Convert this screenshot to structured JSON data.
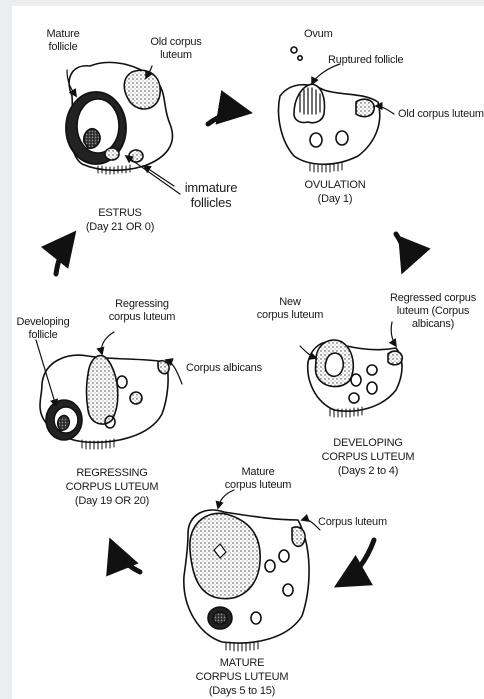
{
  "stages": {
    "estrus": {
      "name": "ESTRUS",
      "day": "(Day 21 OR 0)"
    },
    "ovulation": {
      "name": "OVULATION",
      "day": "(Day 1)"
    },
    "developing": {
      "name_line1": "DEVELOPING",
      "name_line2": "CORPUS LUTEUM",
      "day": "(Days 2 to 4)"
    },
    "mature": {
      "name_line1": "MATURE",
      "name_line2": "CORPUS LUTEUM",
      "day": "(Days 5 to 15)"
    },
    "regressing": {
      "name_line1": "REGRESSING",
      "name_line2": "CORPUS LUTEUM",
      "day": "(Day 19 OR 20)"
    }
  },
  "labels": {
    "mature_follicle_1": "Mature",
    "mature_follicle_2": "follicle",
    "old_cl_1": "Old corpus",
    "old_cl_2": "luteum",
    "immature_1": "immature",
    "immature_2": "follicles",
    "ovum": "Ovum",
    "ruptured_follicle": "Ruptured follicle",
    "old_cl_right": "Old corpus luteum",
    "new_cl_1": "New",
    "new_cl_2": "corpus luteum",
    "regressed_1": "Regressed corpus",
    "regressed_2": "luteum (Corpus",
    "regressed_3": "albicans)",
    "developing_follicle_1": "Developing",
    "developing_follicle_2": "follicle",
    "regressing_cl_1": "Regressing",
    "regressing_cl_2": "corpus luteum",
    "corpus_albicans": "Corpus albicans",
    "mature_cl_1": "Mature",
    "mature_cl_2": "corpus luteum",
    "corpus_luteum": "Corpus luteum"
  }
}
